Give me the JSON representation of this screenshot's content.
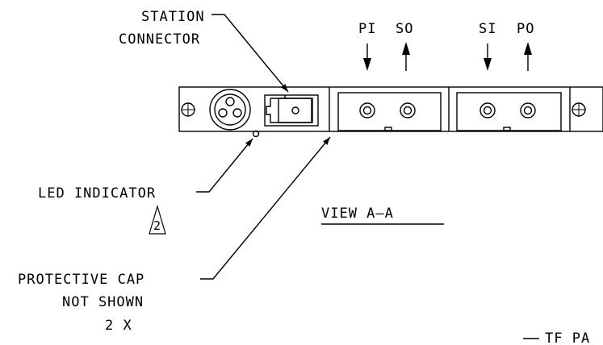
{
  "callouts": {
    "station_connector": [
      "STATION",
      "CONNECTOR"
    ],
    "led_indicator": "LED INDICATOR",
    "revision_number": "2",
    "protective_cap": [
      "PROTECTIVE CAP",
      "NOT SHOWN",
      "2 X"
    ],
    "view_label": "VIEW A—A",
    "tf_partial": "TF PA"
  },
  "port_labels": {
    "pi": "PI",
    "so": "SO",
    "si": "SI",
    "po": "PO"
  }
}
